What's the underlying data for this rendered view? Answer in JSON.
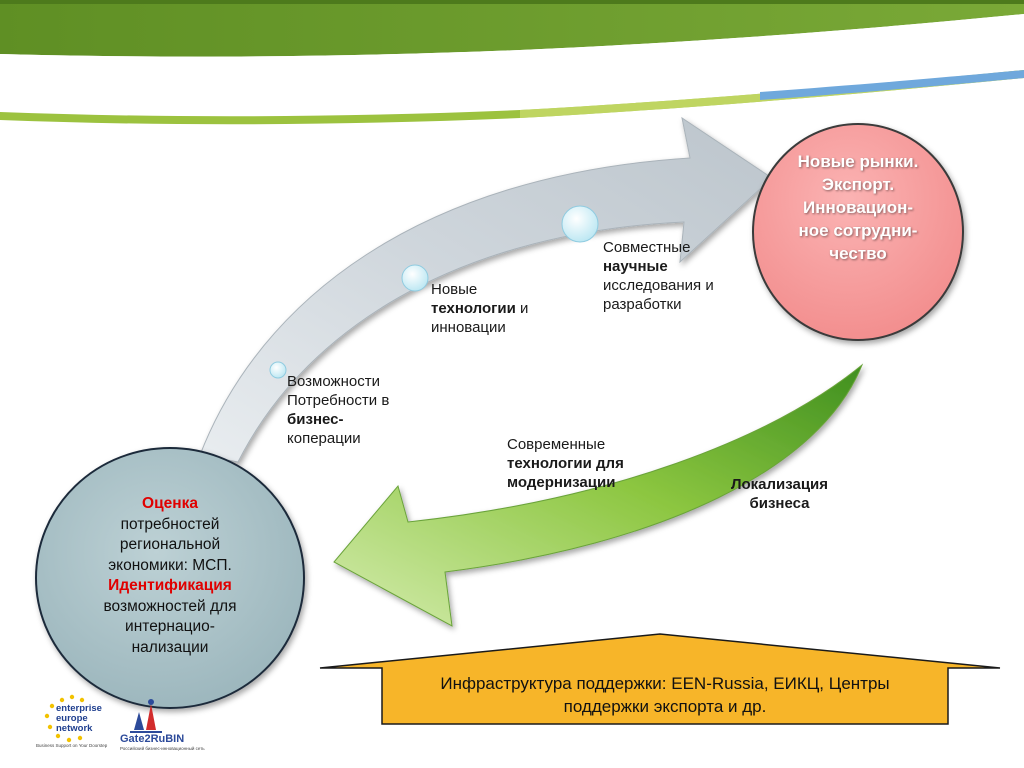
{
  "colors": {
    "header_green": "#6e9e2c",
    "header_light_green": "#a9c94a",
    "header_blue": "#5f9bd6",
    "arrow_gray": "#d7dde3",
    "arrow_green": "#8cc640",
    "circle_pink": "#f59a9a",
    "circle_teal": "#a9c1c7",
    "infra_orange": "#f7b529",
    "accent_red": "#e00000"
  },
  "pink_circle": {
    "lines": [
      "Новые рынки.",
      "Экспорт.",
      "Инновацион-",
      "ное сотрудни-",
      "чество"
    ]
  },
  "teal_circle": {
    "line1_red": "Оценка",
    "line2": "потребностей",
    "line3": "региональной",
    "line4": "экономики: МСП.",
    "line5_red": "Идентификация",
    "line6": "возможностей для",
    "line7": "интернацио-",
    "line8": "нализации"
  },
  "upper_arrow_labels": {
    "label1": {
      "line1": "Возможности",
      "line2": "Потребности в",
      "line3_bold": "бизнес-",
      "line4": "коперации"
    },
    "label2": {
      "line1": "Новые",
      "line2_bold": "технологии",
      "line2_rest": " и",
      "line3": "инновации"
    },
    "label3": {
      "line1": "Совместные",
      "line2_bold": "научные",
      "line3": "исследования и",
      "line4": "разработки"
    }
  },
  "lower_arrow_labels": {
    "modern": {
      "line1": "Современные",
      "line2_bold": "технологии для",
      "line3_bold": "модернизации"
    },
    "local": {
      "line1": "Локализация",
      "line2": "бизнеса"
    }
  },
  "infrastructure": {
    "line1": "Инфраструктура поддержки: EEN-Russia, ЕИКЦ, Центры",
    "line2": "поддержки экспорта и др."
  },
  "logos": {
    "een_line1": "enterprise",
    "een_line2": "europe",
    "een_line3": "network",
    "een_tagline": "Business Support on Your Doorstep",
    "gate_name": "Gate2RuBIN",
    "gate_tagline": "Российский бизнес-инновационный сеть"
  }
}
